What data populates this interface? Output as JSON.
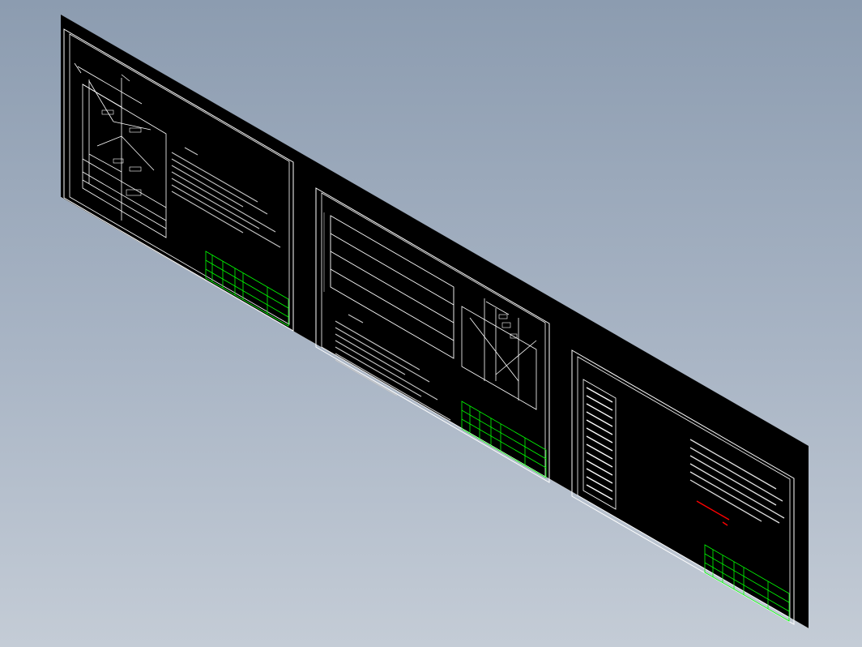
{
  "viewport": {
    "background_top": "#8c9cb0",
    "background_bottom": "#c4ccd6",
    "projection": "isometric"
  },
  "colors": {
    "sheet": "#000000",
    "linework": "#ffffff",
    "title_block": "#00ff00",
    "annotation": "#ff0000",
    "text": "#d8d8d8"
  },
  "sheets": [
    {
      "id": "sheet-1",
      "title_block_caption": "",
      "has_notes": true,
      "has_profile_drawing": true
    },
    {
      "id": "sheet-2",
      "title_block_caption": "",
      "has_notes": true,
      "has_plan_drawing": true,
      "has_profile_drawing": true
    },
    {
      "id": "sheet-3",
      "title_block_caption": "",
      "has_notes": true,
      "has_text_column": true,
      "has_red_annotation": true
    }
  ]
}
